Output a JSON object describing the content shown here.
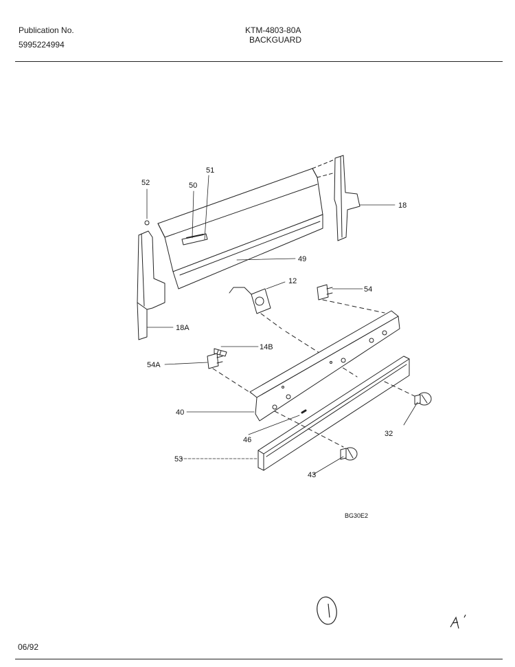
{
  "header": {
    "publication_label": "Publication No.",
    "publication_number": "5995224994",
    "model": "KTM-4803-80A",
    "section": "BACKGUARD"
  },
  "diagram": {
    "callouts": [
      "52",
      "51",
      "50",
      "18",
      "49",
      "12",
      "54",
      "18A",
      "14B",
      "54A",
      "40",
      "46",
      "32",
      "53",
      "43"
    ],
    "figure_code": "BG30E2"
  },
  "footer": {
    "date": "06/92",
    "handwritten_mark": "A"
  }
}
